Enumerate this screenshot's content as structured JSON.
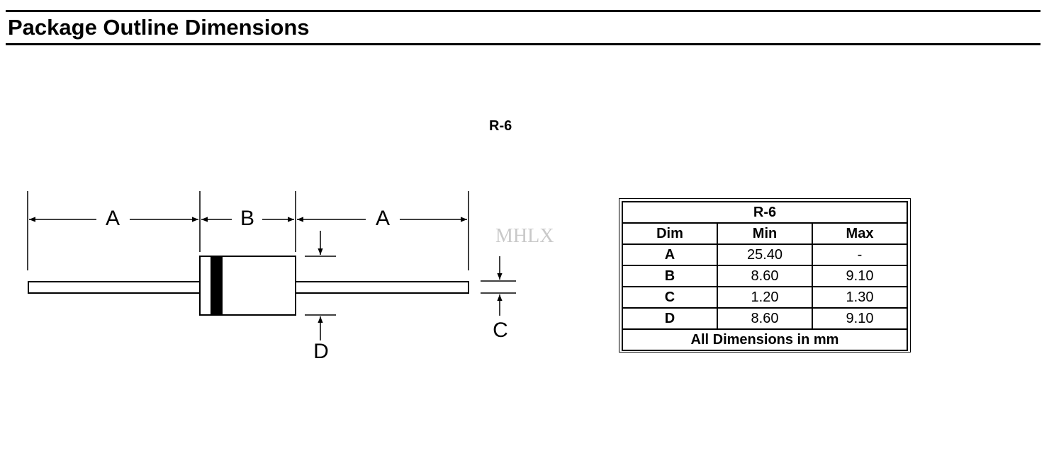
{
  "header": {
    "title": "Package Outline Dimensions"
  },
  "package": {
    "name": "R-6"
  },
  "drawing": {
    "labels": {
      "a_left": "A",
      "b": "B",
      "a_right": "A",
      "c": "C",
      "d": "D"
    },
    "watermark": "MHLX"
  },
  "table": {
    "title": "R-6",
    "columns": [
      "Dim",
      "Min",
      "Max"
    ],
    "rows": [
      {
        "dim": "A",
        "min": "25.40",
        "max": "-"
      },
      {
        "dim": "B",
        "min": "8.60",
        "max": "9.10"
      },
      {
        "dim": "C",
        "min": "1.20",
        "max": "1.30"
      },
      {
        "dim": "D",
        "min": "8.60",
        "max": "9.10"
      }
    ],
    "footer": "All Dimensions in mm"
  }
}
